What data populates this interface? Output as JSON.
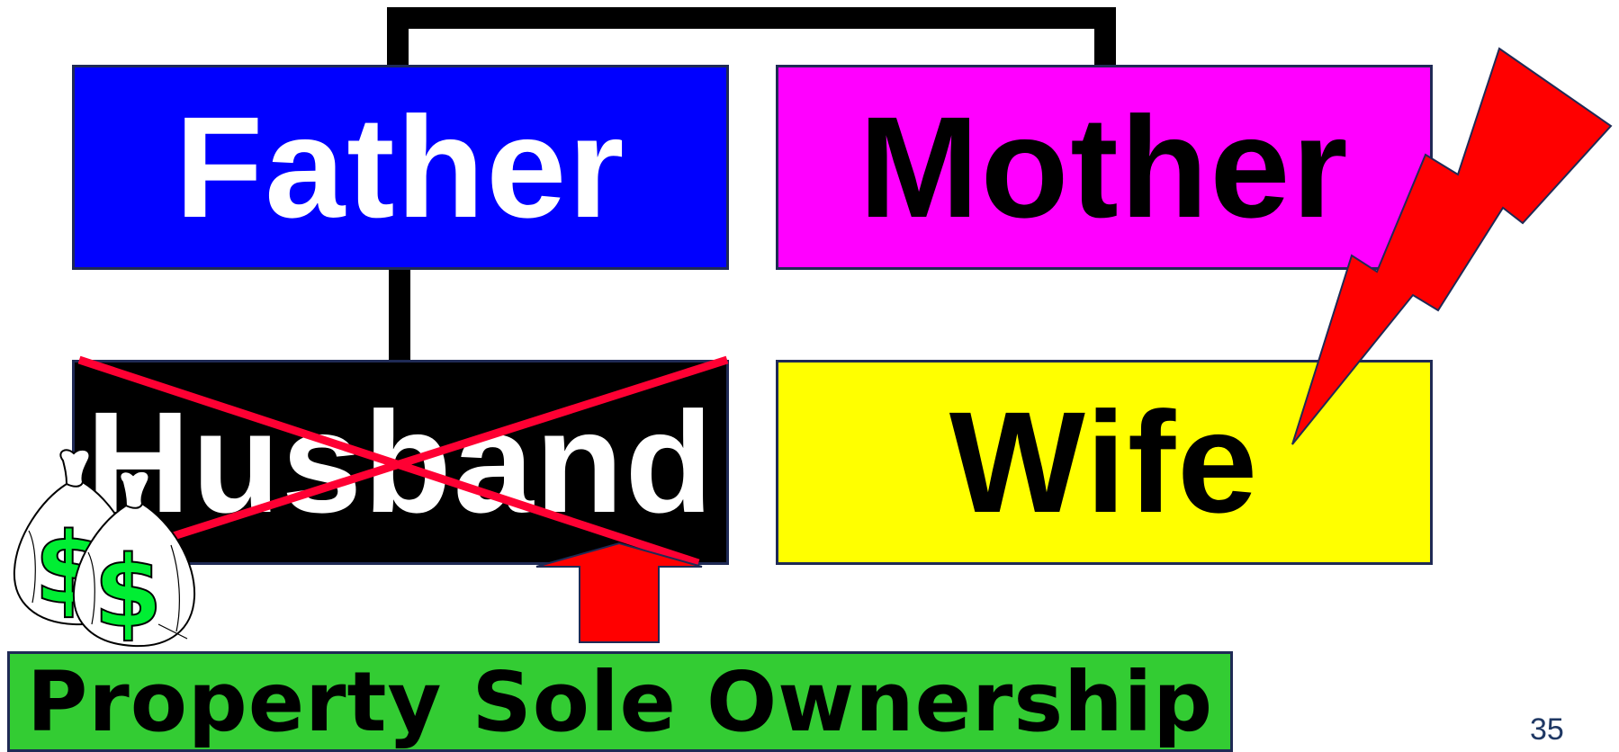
{
  "nodes": {
    "father": "Father",
    "mother": "Mother",
    "husband": "Husband",
    "wife": "Wife"
  },
  "property": "Property Sole Ownership",
  "page_number": "35",
  "colors": {
    "father_bg": "#0000ff",
    "mother_bg": "#ff00ff",
    "husband_bg": "#000000",
    "wife_bg": "#ffff00",
    "property_bg": "#33cc33",
    "cross": "#ff0033",
    "lightning": "#ff0000",
    "arrow": "#ff0000"
  },
  "icons": {
    "money_bags": "money-bag-icon",
    "lightning": "lightning-bolt-icon",
    "arrow": "up-arrow-icon"
  }
}
